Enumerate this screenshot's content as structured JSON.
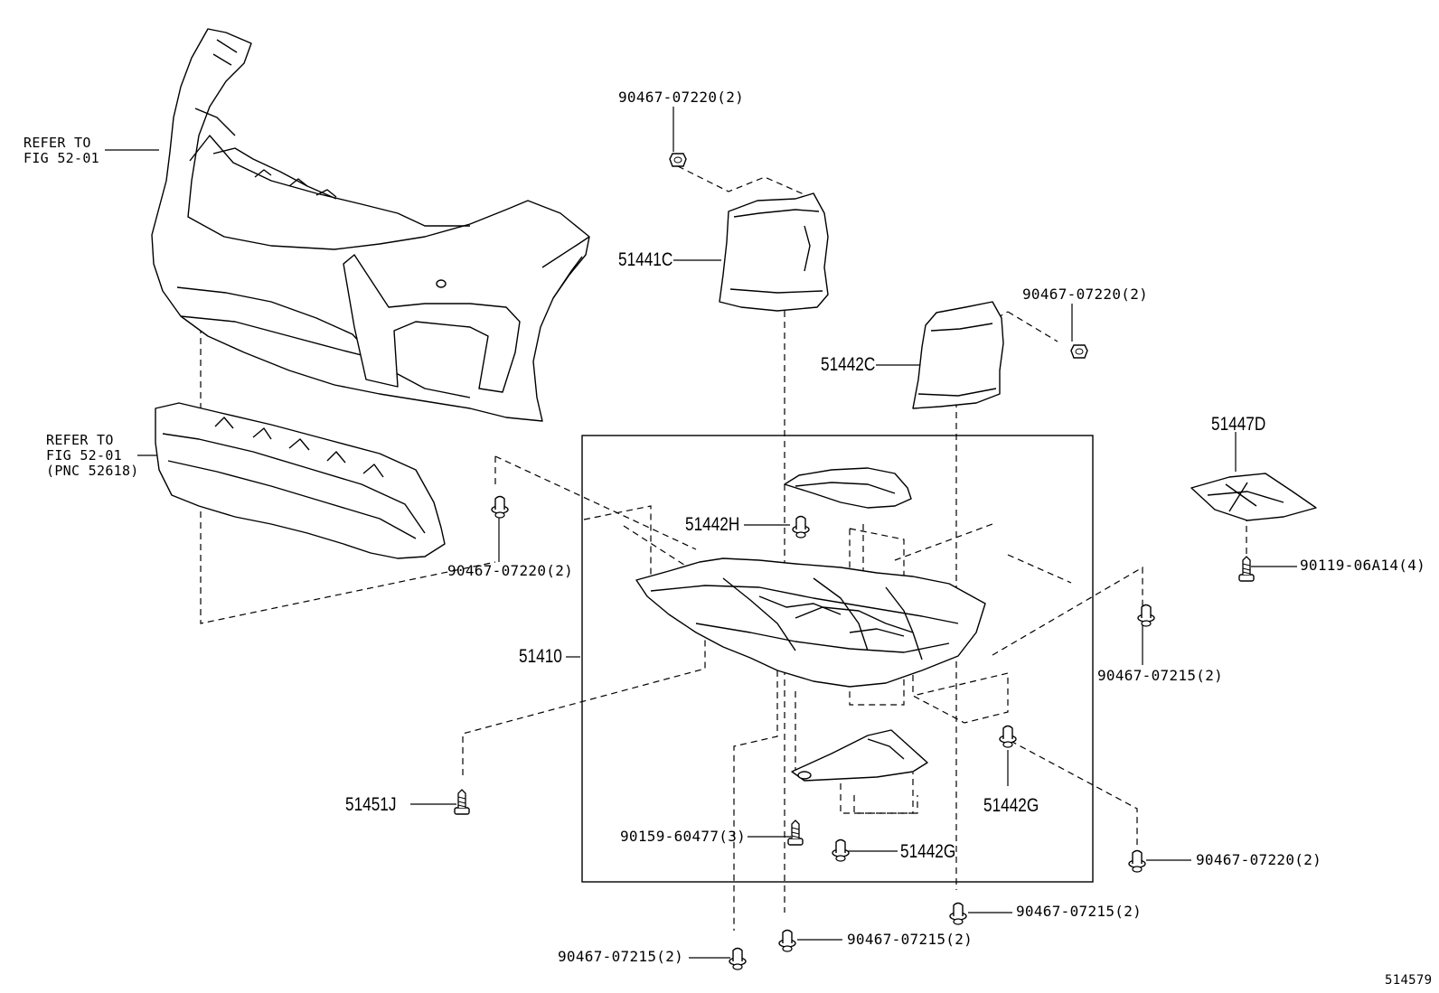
{
  "refs": {
    "refer_top": "REFER TO\nFIG 52-01",
    "refer_mid": "REFER TO\nFIG 52-01\n(PNC 52618)"
  },
  "parts": {
    "p51441C": "51441C",
    "p51442C": "51442C",
    "p51447D": "51447D",
    "p51442H": "51442H",
    "p51410": "51410",
    "p51451J": "51451J",
    "p51442G_a": "51442G",
    "p51442G_b": "51442G"
  },
  "fasteners": {
    "f_top": "90467-07220(2)",
    "f_right_upper": "90467-07220(2)",
    "f_left_mid": "90467-07220(2)",
    "f_90119": "90119-06A14(4)",
    "f_right_mid": "90467-07215(2)",
    "f_90159": "90159-60477(3)",
    "f_right_low": "90467-07220(2)",
    "f_bot_center": "90467-07215(2)",
    "f_bot_mid": "90467-07215(2)",
    "f_bot_left": "90467-07215(2)"
  },
  "diagram_id": "514579"
}
